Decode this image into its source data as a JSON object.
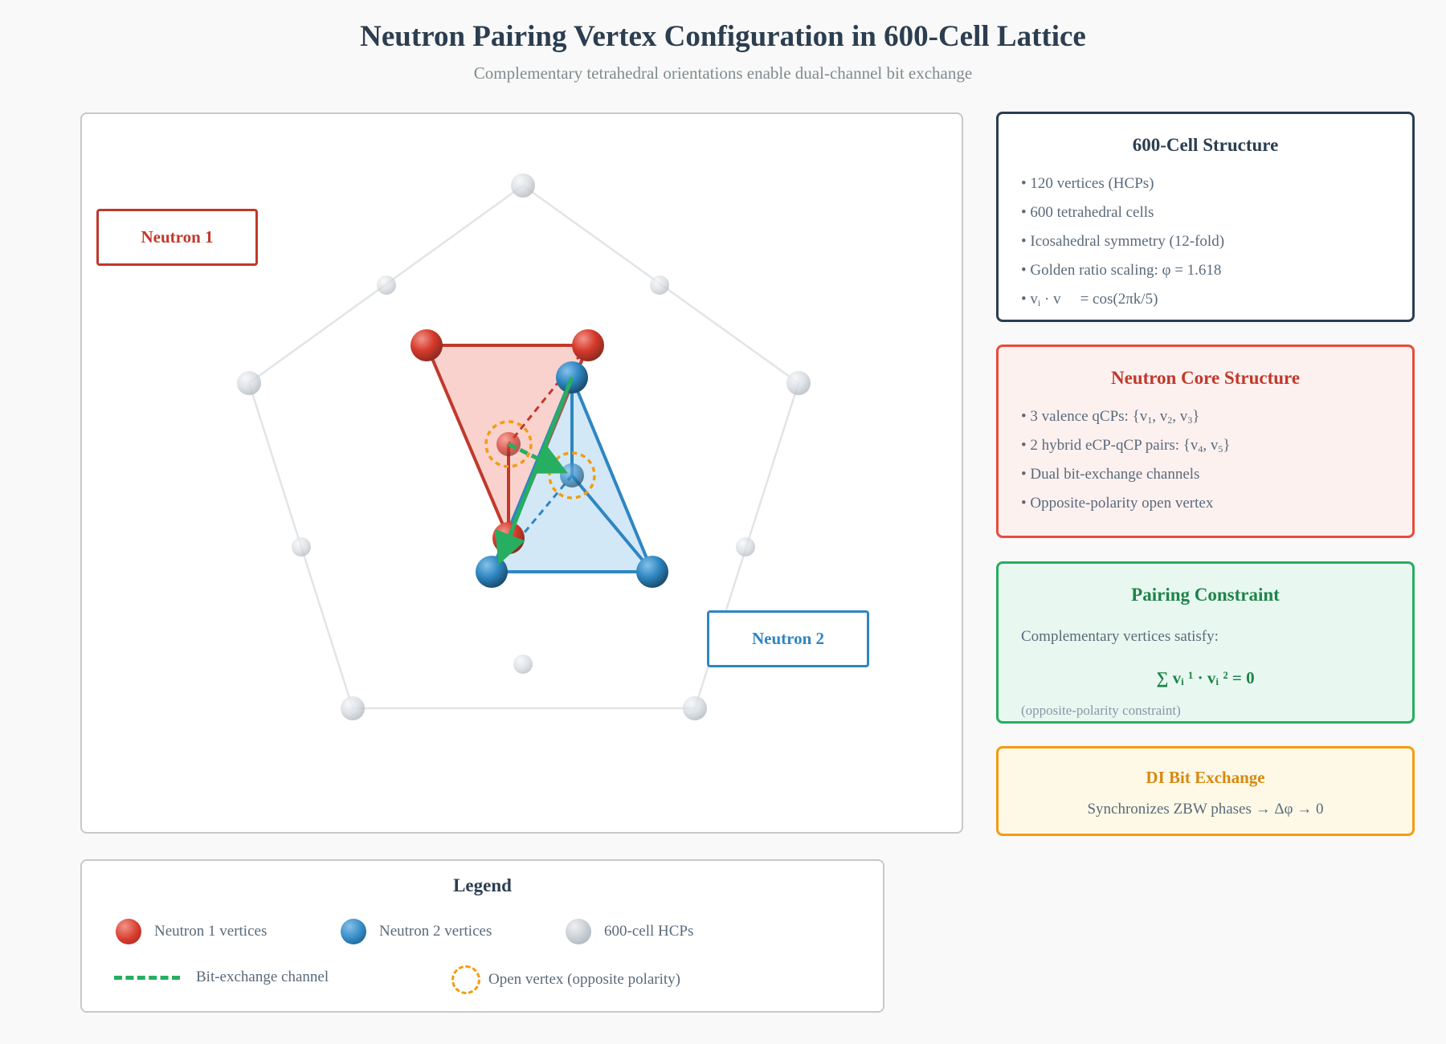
{
  "header": {
    "title": "Neutron Pairing Vertex Configuration in 600-Cell Lattice",
    "subtitle": "Complementary tetrahedral orientations enable dual-channel bit exchange"
  },
  "diagram": {
    "neutron1_label": "Neutron 1",
    "neutron2_label": "Neutron 2",
    "colors": {
      "neutron1": "#c0392b",
      "neutron2": "#2e86c1",
      "channel": "#27ae60",
      "open_vertex": "#f39c12",
      "hcp": "#c4cbd1"
    }
  },
  "structure_box": {
    "title": "600-Cell Structure",
    "items": [
      "• 120 vertices (HCPs)",
      "• 600 tetrahedral cells",
      "• Icosahedral symmetry (12-fold)",
      "• Golden ratio scaling: φ = 1.618"
    ],
    "dot_item_prefix": "• v",
    "dot_item_sub": "i",
    "dot_item_mid": " · v",
    "dot_item_suffix": "= cos(2πk/5)"
  },
  "core_box": {
    "title": "Neutron Core Structure",
    "item1": {
      "prefix": "• 3 valence qCPs: {v",
      "s1": "1",
      "m1": ", v",
      "s2": "2",
      "m2": ", v",
      "s3": "3",
      "end": "}"
    },
    "item2": {
      "prefix": "• 2 hybrid eCP-qCP pairs: {v",
      "s1": "4",
      "m1": ", v",
      "s2": "5",
      "end": "}"
    },
    "item3": "• Dual bit-exchange channels",
    "item4": "• Opposite-polarity open vertex"
  },
  "pairing_box": {
    "title": "Pairing Constraint",
    "text": "Complementary vertices satisfy:",
    "equation": "∑ vᵢ ¹ · vᵢ ² = 0",
    "note": "(opposite-polarity constraint)"
  },
  "di_box": {
    "title": "DI Bit Exchange",
    "text": "Synchronizes ZBW phases → Δφ → 0"
  },
  "legend": {
    "title": "Legend",
    "items": [
      "Neutron 1 vertices",
      "Neutron 2 vertices",
      "600-cell HCPs",
      "Bit-exchange channel",
      "Open vertex (opposite polarity)"
    ]
  }
}
